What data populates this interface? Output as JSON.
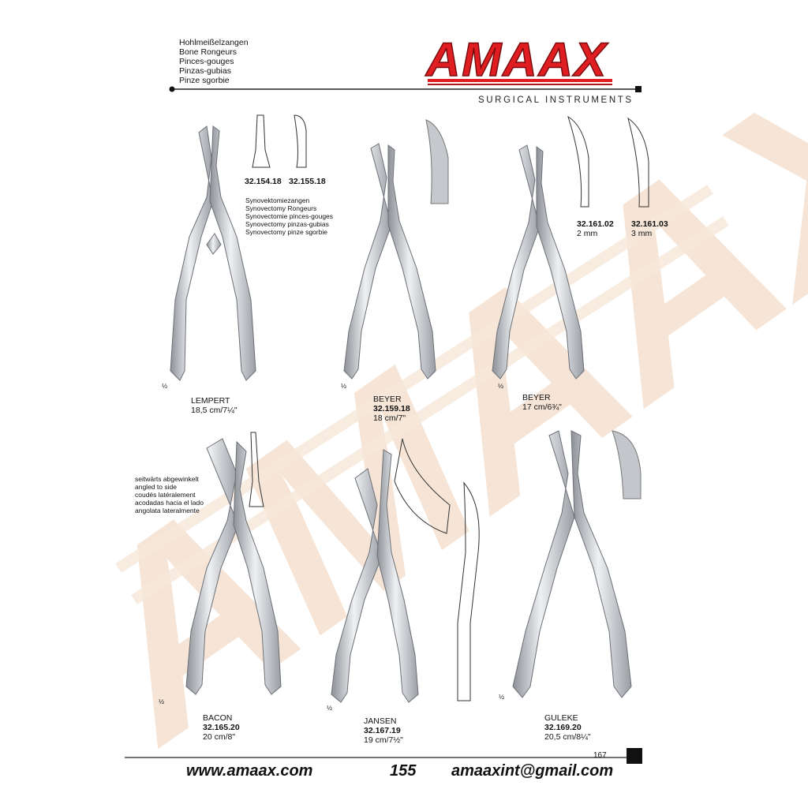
{
  "header": {
    "category_lines": [
      "Hohlmeißelzangen",
      "Bone Rongeurs",
      "Pinces-gouges",
      "Pinzas-gubias",
      "Pinze sgorbie"
    ],
    "logo": "AMAAX",
    "tagline": "SURGICAL INSTRUMENTS"
  },
  "colors": {
    "brand_red": "#e01e22",
    "watermark": "#f3dcc8",
    "steel": "#c9ccd0"
  },
  "synovectomy": {
    "codes": [
      "32.154.18",
      "32.155.18"
    ],
    "names": [
      "Synovektomiezangen",
      "Synovectomy Rongeurs",
      "Synovectomie pinces-gouges",
      "Synovectomy pinzas-gubias",
      "Synovectomy pinze sgorbie"
    ]
  },
  "products": [
    {
      "scale": "½",
      "name": "LEMPERT",
      "code": "",
      "size": "18,5 cm/7¼\""
    },
    {
      "scale": "½",
      "name": "BEYER",
      "code": "32.159.18",
      "size": "18 cm/7\""
    },
    {
      "scale": "½",
      "name": "BEYER",
      "code": "",
      "size": "17 cm/6¾\""
    },
    {
      "scale": "½",
      "name": "BACON",
      "code": "32.165.20",
      "size": "20 cm/8\""
    },
    {
      "scale": "½",
      "name": "JANSEN",
      "code": "32.167.19",
      "size": "19 cm/7½\""
    },
    {
      "scale": "½",
      "name": "GULEKE",
      "code": "32.169.20",
      "size": "20,5 cm/8¼\""
    }
  ],
  "beyer_variants": [
    {
      "code": "32.161.02",
      "size": "2 mm"
    },
    {
      "code": "32.161.03",
      "size": "3 mm"
    }
  ],
  "angled_note": [
    "seitwärts abgewinkelt",
    "angled to side",
    "coudés latéralement",
    "acodadas hacia el lado",
    "angolata lateralmente"
  ],
  "page_number": "167",
  "footer": {
    "website": "www.amaax.com",
    "page": "155",
    "email": "amaaxint@gmail.com"
  }
}
